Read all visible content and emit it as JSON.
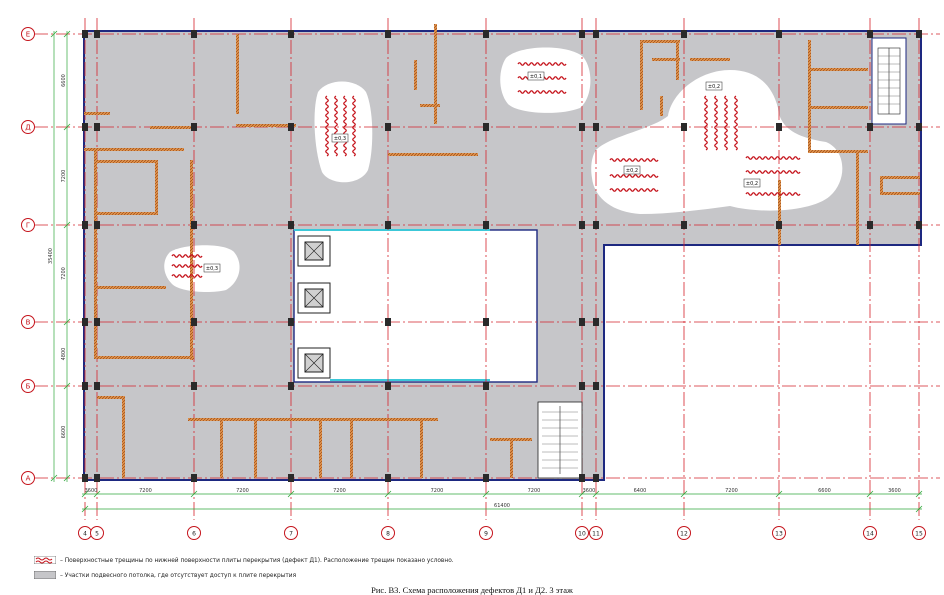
{
  "grid": {
    "columns": [
      "4",
      "5",
      "6",
      "7",
      "8",
      "9",
      "10",
      "11",
      "12",
      "13",
      "14",
      "15"
    ],
    "rows": [
      "Е",
      "Д",
      "Г",
      "В",
      "Б",
      "А"
    ],
    "spans_bottom": [
      "3600",
      "7200",
      "7200",
      "7200",
      "7200",
      "7200",
      "3600",
      "6400",
      "7200",
      "6600",
      "3600"
    ],
    "overall_bottom": "61400",
    "spans_left": [
      "6600",
      "7200",
      "7200",
      "4800",
      "6600"
    ],
    "overall_left": "35400"
  },
  "defects": [
    {
      "label": "±0,3"
    },
    {
      "label": "±0,1"
    },
    {
      "label": "±0,2"
    },
    {
      "label": "±0,2"
    },
    {
      "label": "±0,2"
    },
    {
      "label": "±0,3"
    }
  ],
  "legend": {
    "cracks": "– Поверхностные трещины по нижней поверхности плиты перекрытия (дефект Д1). Расположение трещин показано условно.",
    "ceiling": "– Участки подвесного потолка, где отсутствует доступ к плите перекрытия"
  },
  "caption": "Рис. В3. Схема расположения дефектов Д1 и Д2. 3 этаж",
  "colors": {
    "floor": "#c5c5c8",
    "grid_line": "#d4232b",
    "wall": "#c9651f",
    "dimension": "#2fa83b",
    "outline": "#1d2880",
    "crack": "#c5141c"
  }
}
